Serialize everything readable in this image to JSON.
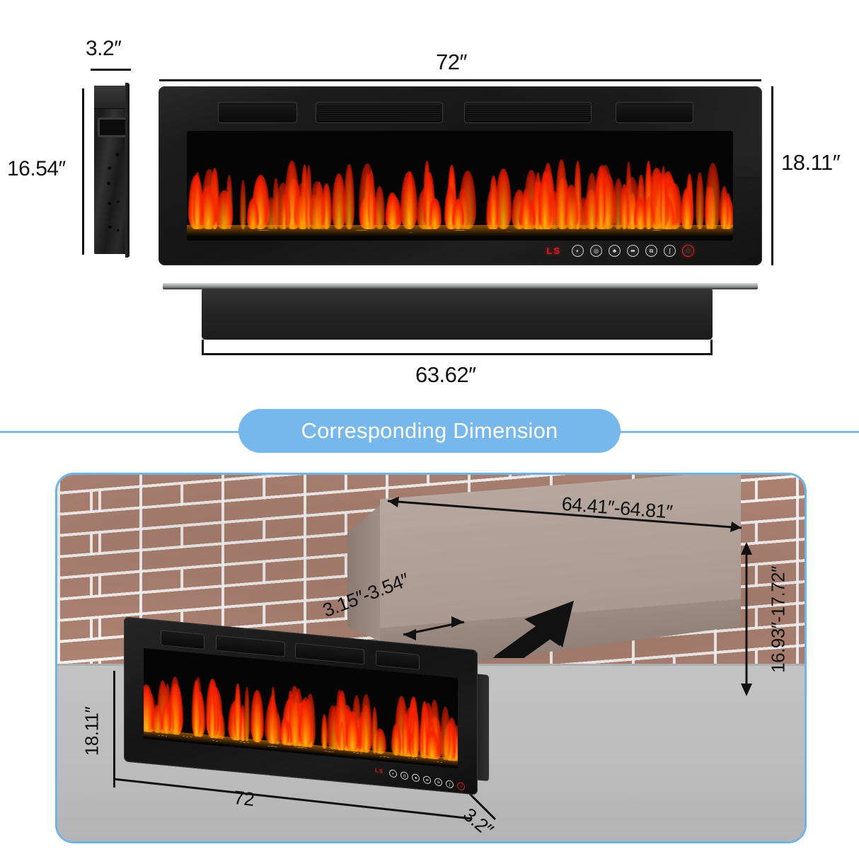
{
  "banner": {
    "title": "Corresponding Dimension"
  },
  "colors": {
    "banner_blue": "#76b8ec",
    "frame_blue": "#6fb4e8",
    "label_black": "#111111",
    "indicator_red": "#e01b1b",
    "brick": "#b08575",
    "floor_gray": "#c3c3c3",
    "recess_taupe": "#b6a79f"
  },
  "top_section": {
    "side_view": {
      "width_label": "3.2″",
      "height_label": "16.54″"
    },
    "front_view": {
      "width_label": "72″",
      "height_label": "18.11″",
      "base_width_label": "63.62″",
      "vent_count": 4
    },
    "control_panel": {
      "display_text": "LS",
      "buttons": [
        {
          "name": "brightness-button",
          "glyph": "◐"
        },
        {
          "name": "timer-button",
          "glyph": "◎"
        },
        {
          "name": "flame-button",
          "glyph": "♣"
        },
        {
          "name": "increase-button",
          "glyph": "⬌"
        },
        {
          "name": "heat-button",
          "glyph": "⧉"
        },
        {
          "name": "mode-button",
          "glyph": "ʃ"
        },
        {
          "name": "power-button",
          "glyph": "⏻"
        }
      ]
    }
  },
  "bottom_section": {
    "recess": {
      "width_label": "64.41″-64.81″",
      "depth_label": "3.15″-3.54″",
      "height_label": "16.93″-17.72″"
    },
    "unit": {
      "height_label": "18.11″",
      "width_label": "72",
      "depth_label": "3.2″"
    },
    "control_panel": {
      "display_text": "LS",
      "buttons": [
        {
          "name": "brightness-button",
          "glyph": "◐"
        },
        {
          "name": "timer-button",
          "glyph": "◎"
        },
        {
          "name": "flame-button",
          "glyph": "♣"
        },
        {
          "name": "increase-button",
          "glyph": "⬌"
        },
        {
          "name": "heat-button",
          "glyph": "⧉"
        },
        {
          "name": "mode-button",
          "glyph": "ʃ"
        },
        {
          "name": "power-button",
          "glyph": "⏻"
        }
      ]
    }
  }
}
